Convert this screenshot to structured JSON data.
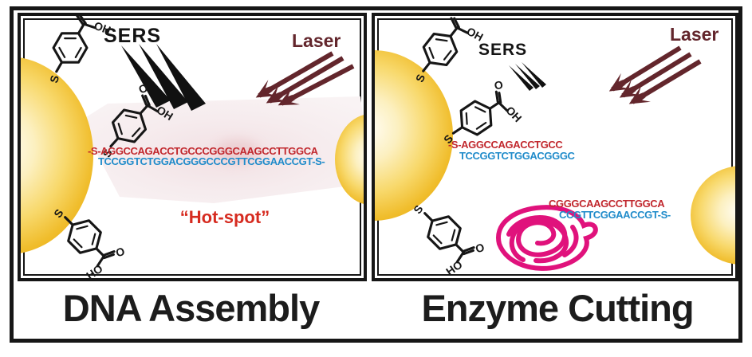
{
  "figure": {
    "panels": [
      {
        "title": "DNA Assembly",
        "sers_label": "SERS",
        "laser_label": "Laser",
        "hotspot_label": "“Hot-spot”",
        "dna_duplex": {
          "top_strand": "-S-AGGCCAGACCTGCCCGGGCAAGCCTTGGCA",
          "bottom_strand": "TCCGGTCTGGACGGGCCCGTTCGGAACCGT-S-"
        }
      },
      {
        "title": "Enzyme Cutting",
        "sers_label": "SERS",
        "laser_label": "Laser",
        "dna_duplex_left": {
          "top_strand": "-S-AGGCCAGACCTGCC",
          "bottom_strand": "TCCGGTCTGGACGGGC"
        },
        "dna_duplex_right": {
          "top_strand": "CGGGCAAGCCTTGGCA",
          "bottom_strand": "CCGTTCGGAACCGT-S-"
        }
      }
    ],
    "molecule_labels": {
      "s": "S",
      "o": "O",
      "oh": "OH",
      "ho": "HO"
    },
    "colors": {
      "dna_top_strand": "#c1272d",
      "dna_bottom_strand": "#1f8bca",
      "laser": "#63262c",
      "hotspot_text": "#d62b20",
      "enzyme": "#e0127c",
      "gold_nanoparticle": "#e9af1a",
      "sers_rays": "#111111"
    }
  }
}
